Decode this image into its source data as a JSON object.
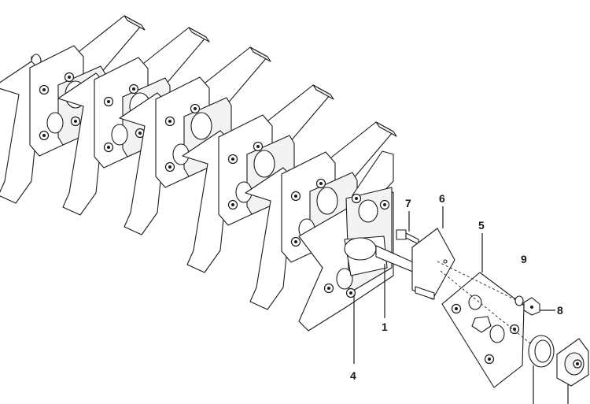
{
  "callouts": {
    "c1": "1",
    "c4": "4",
    "c5": "5",
    "c6": "6",
    "c7": "7",
    "c8": "8",
    "c9": "9"
  },
  "colors": {
    "line": "#1a1a1a",
    "background": "#ffffff"
  }
}
